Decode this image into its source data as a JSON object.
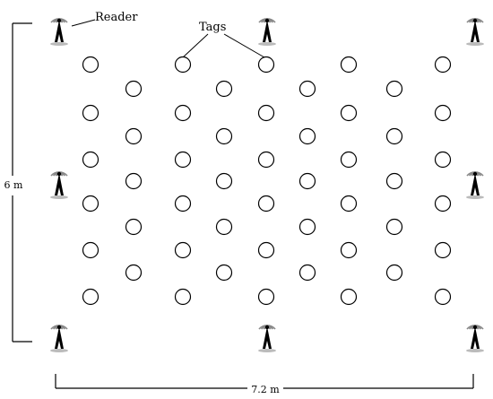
{
  "labels": {
    "reader": "Reader",
    "tags": "Tags",
    "height_dimension": "6 m",
    "width_dimension": "7.2 m"
  },
  "readers": [
    {
      "row": "top",
      "col": "left"
    },
    {
      "row": "top",
      "col": "center"
    },
    {
      "row": "top",
      "col": "right"
    },
    {
      "row": "middle",
      "col": "left"
    },
    {
      "row": "middle",
      "col": "right"
    },
    {
      "row": "bottom",
      "col": "left"
    },
    {
      "row": "bottom",
      "col": "center"
    },
    {
      "row": "bottom",
      "col": "right"
    }
  ],
  "tag_grid": {
    "columns": 9,
    "rows": 11,
    "dashed_tags": [
      [
        2,
        3
      ],
      [
        4,
        1
      ],
      [
        6,
        3
      ],
      [
        8,
        1
      ],
      [
        1,
        0
      ],
      [
        7,
        0
      ],
      [
        3,
        2
      ],
      [
        5,
        2
      ],
      [
        5,
        6
      ],
      [
        3,
        6
      ],
      [
        1,
        8
      ],
      [
        7,
        8
      ],
      [
        2,
        7
      ],
      [
        4,
        9
      ],
      [
        6,
        7
      ],
      [
        8,
        9
      ]
    ]
  },
  "colors": {
    "stroke": "#000000",
    "signal_wave": "#888888",
    "background": "#ffffff"
  },
  "icons": {
    "reader": "antenna-tower-icon",
    "tag": "circle-tag-icon"
  }
}
